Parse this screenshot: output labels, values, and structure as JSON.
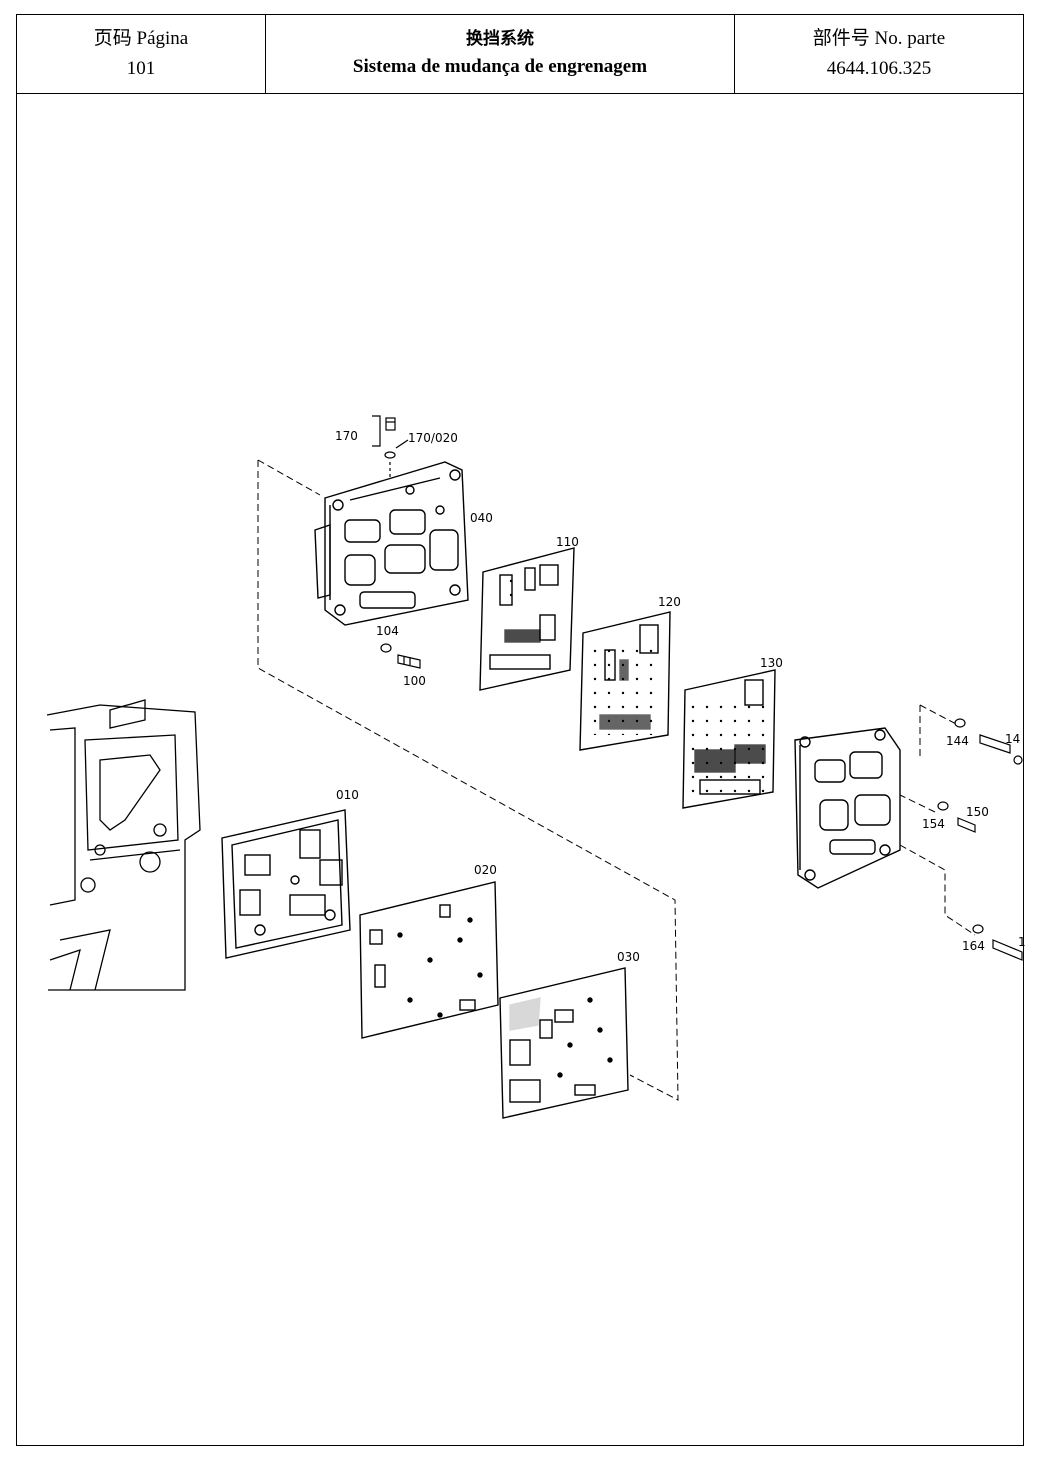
{
  "header": {
    "page_label": "页码 Página",
    "page_number": "101",
    "title_zh": "换挡系统",
    "title_pt": "Sistema de mudança de engrenagem",
    "part_label": "部件号 No. parte",
    "part_number": "4644.106.325"
  },
  "callouts": {
    "c170": "170",
    "c170_020": "170/020",
    "c040": "040",
    "c110": "110",
    "c120": "120",
    "c130": "130",
    "c104": "104",
    "c100": "100",
    "c010": "010",
    "c020": "020",
    "c030": "030",
    "c144": "144",
    "c146": "14",
    "c150": "150",
    "c154": "154",
    "c164": "164",
    "c166": "1"
  }
}
